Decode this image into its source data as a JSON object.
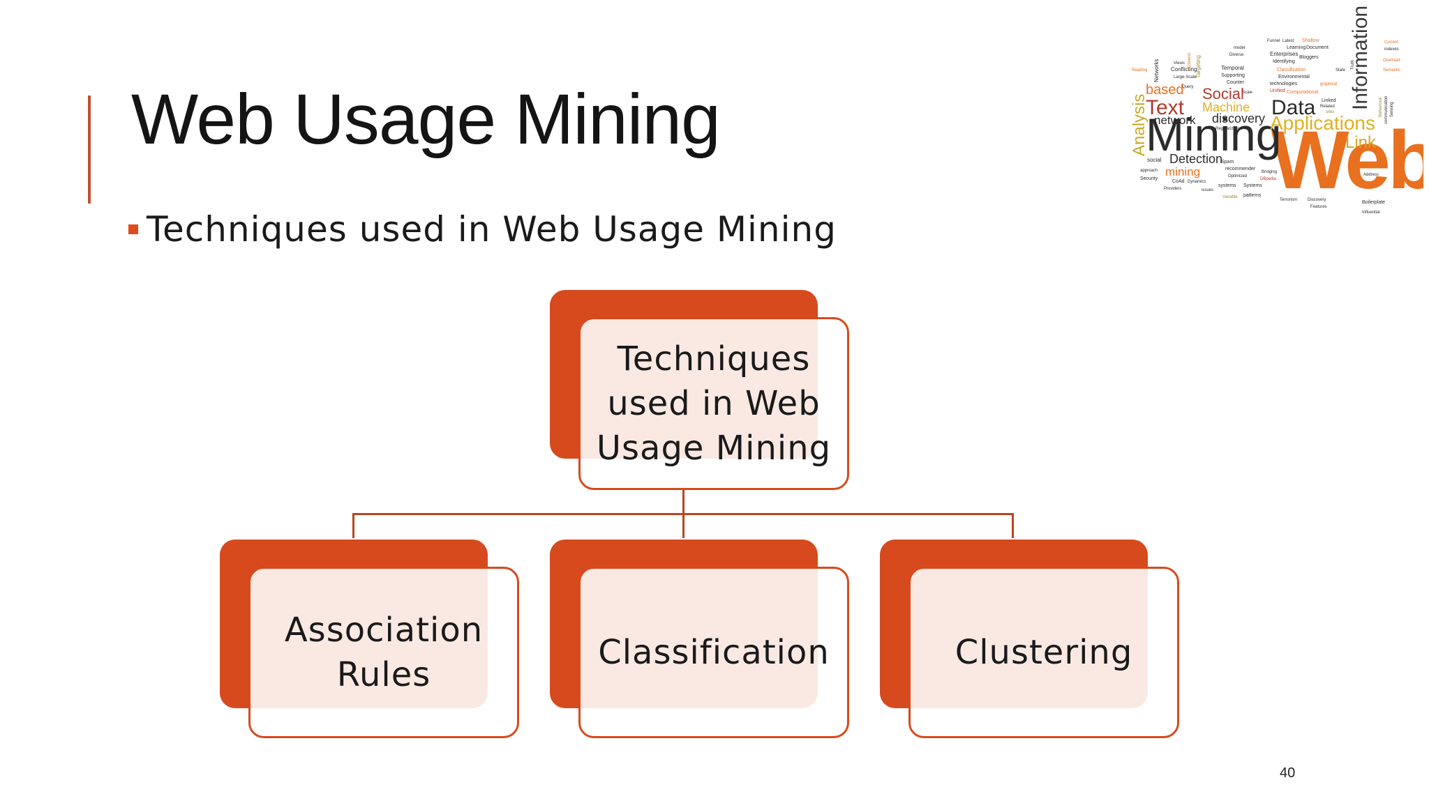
{
  "slide": {
    "title": "Web Usage Mining",
    "bullet": "Techniques used in Web Usage Mining",
    "page_number": "40"
  },
  "hierarchy": {
    "root": "Techniques used in Web Usage Mining",
    "children": [
      "Association Rules",
      "Classification",
      "Clustering"
    ]
  },
  "wordcloud": {
    "words": [
      "Web",
      "Mining",
      "Information",
      "Applications",
      "Data",
      "Text",
      "Analysis",
      "Social",
      "Link",
      "based",
      "network",
      "discovery",
      "Machine",
      "Detection",
      "mining",
      "Networks",
      "Targeting",
      "Learning",
      "Document",
      "Enterprises",
      "Bloggers",
      "Identifying",
      "Conflicting",
      "Temporal",
      "Supporting",
      "Counter",
      "Classification",
      "technologies",
      "Environmental",
      "Unified",
      "Computational",
      "graphical",
      "Linked",
      "Related",
      "sites",
      "Regularization",
      "recommender",
      "Spam",
      "social",
      "approach",
      "Security",
      "Optimized",
      "DBpedia",
      "CoAd",
      "Dynamics",
      "systems",
      "Systems",
      "issues",
      "patterns",
      "Variable",
      "Terrorism",
      "Discovery",
      "Features",
      "Boilerplate",
      "Influential",
      "Address",
      "Providers",
      "Shallow",
      "Latest",
      "Funnel",
      "Current",
      "indexes",
      "Overload",
      "Semantic",
      "Truth",
      "State",
      "Reading",
      "Large-Scale",
      "Views",
      "Query",
      "Diverse",
      "model",
      "Business",
      "Sensing",
      "communication",
      "Behavioral",
      "Bridging",
      "Scale"
    ],
    "colors": {
      "orange": "#e8701f",
      "dark": "#2b2b2b",
      "olive": "#9a8a2a",
      "red": "#b03a2e",
      "gold": "#d9a520"
    }
  },
  "colors": {
    "accent": "#d64a1d",
    "title": "#141414",
    "line": "#b8451f"
  }
}
